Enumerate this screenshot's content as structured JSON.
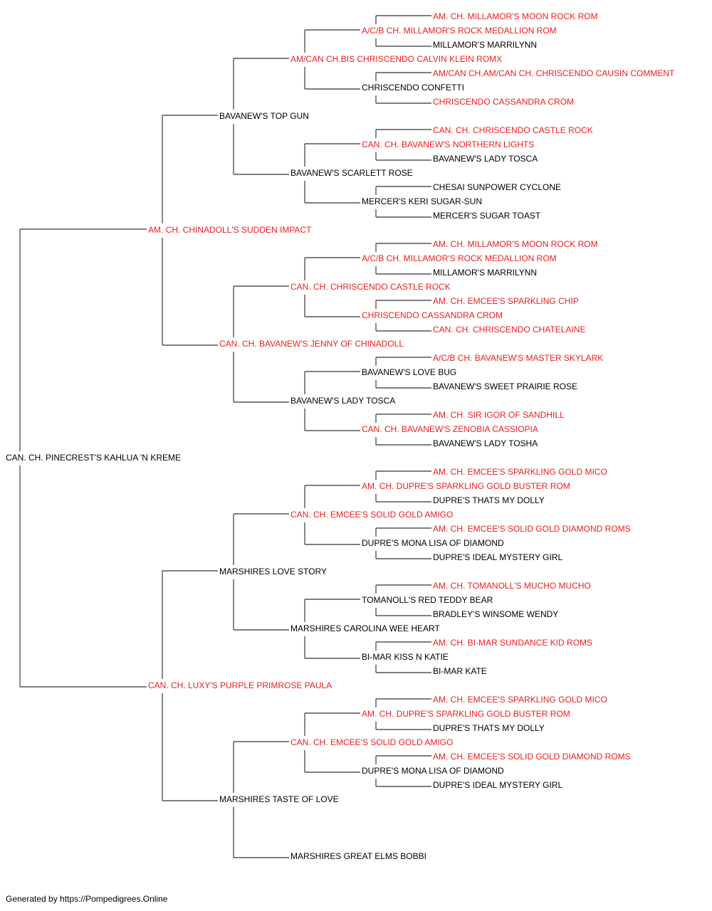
{
  "colors": {
    "champion": "#ee1c1c",
    "normal": "#000000",
    "line": "#555555"
  },
  "pedigree": [
    {
      "name": "CAN. CH. PINECREST'S KAHLUA 'N KREME",
      "gen": 0,
      "champion": false
    },
    {
      "name": "AM. CH. CHINADOLL'S SUDDEN IMPACT",
      "gen": 1,
      "champion": true
    },
    {
      "name": "CAN. CH. LUXY'S PURPLE PRIMROSE PAULA",
      "gen": 1,
      "champion": true
    },
    {
      "name": "BAVANEW'S TOP GUN",
      "gen": 2,
      "champion": false
    },
    {
      "name": "CAN. CH. BAVANEW'S JENNY OF CHINADOLL",
      "gen": 2,
      "champion": true
    },
    {
      "name": "MARSHIRES LOVE STORY",
      "gen": 2,
      "champion": false
    },
    {
      "name": "MARSHIRES TASTE OF LOVE",
      "gen": 2,
      "champion": false
    },
    {
      "name": "AM/CAN CH.BIS CHRISCENDO CALVIN KLEIN ROMX",
      "gen": 3,
      "champion": true
    },
    {
      "name": "BAVANEW'S SCARLETT ROSE",
      "gen": 3,
      "champion": false
    },
    {
      "name": "CAN. CH. CHRISCENDO CASTLE ROCK",
      "gen": 3,
      "champion": true
    },
    {
      "name": "BAVANEW'S LADY TOSCA",
      "gen": 3,
      "champion": false
    },
    {
      "name": "CAN. CH. EMCEE'S SOLID GOLD AMIGO",
      "gen": 3,
      "champion": true
    },
    {
      "name": "MARSHIRES CAROLINA WEE HEART",
      "gen": 3,
      "champion": false
    },
    {
      "name": "CAN. CH. EMCEE'S SOLID GOLD AMIGO",
      "gen": 3,
      "champion": true
    },
    {
      "name": "MARSHIRES GREAT ELMS BOBBI",
      "gen": 3,
      "champion": false
    },
    {
      "name": "A/C/B CH. MILLAMOR'S ROCK MEDALLION ROM",
      "gen": 4,
      "champion": true
    },
    {
      "name": "CHRISCENDO CONFETTI",
      "gen": 4,
      "champion": false
    },
    {
      "name": "CAN. CH. BAVANEW'S NORTHERN LIGHTS",
      "gen": 4,
      "champion": true
    },
    {
      "name": "MERCER'S KERI SUGAR-SUN",
      "gen": 4,
      "champion": false
    },
    {
      "name": "A/C/B CH. MILLAMOR'S ROCK MEDALLION ROM",
      "gen": 4,
      "champion": true
    },
    {
      "name": "CHRISCENDO CASSANDRA CROM",
      "gen": 4,
      "champion": true
    },
    {
      "name": "BAVANEW'S LOVE BUG",
      "gen": 4,
      "champion": false
    },
    {
      "name": "CAN. CH. BAVANEW'S ZENOBIA CASSIOPIA",
      "gen": 4,
      "champion": true
    },
    {
      "name": "AM. CH. DUPRE'S SPARKLING GOLD BUSTER ROM",
      "gen": 4,
      "champion": true
    },
    {
      "name": "DUPRE'S MONA LISA OF DIAMOND",
      "gen": 4,
      "champion": false
    },
    {
      "name": "TOMANOLL'S RED TEDDY BEAR",
      "gen": 4,
      "champion": false
    },
    {
      "name": "BI-MAR KISS N KATIE",
      "gen": 4,
      "champion": false
    },
    {
      "name": "AM. CH. DUPRE'S SPARKLING GOLD BUSTER ROM",
      "gen": 4,
      "champion": true
    },
    {
      "name": "DUPRE'S MONA LISA OF DIAMOND",
      "gen": 4,
      "champion": false
    },
    {
      "name": "AM. CH. MILLAMOR'S MOON ROCK ROM",
      "gen": 5,
      "champion": true
    },
    {
      "name": "MILLAMOR'S MARRILYNN",
      "gen": 5,
      "champion": false
    },
    {
      "name": "AM/CAN CH.AM/CAN CH. CHRISCENDO CAUSIN COMMENT",
      "gen": 5,
      "champion": true
    },
    {
      "name": "CHRISCENDO CASSANDRA CROM",
      "gen": 5,
      "champion": true
    },
    {
      "name": "CAN. CH. CHRISCENDO CASTLE ROCK",
      "gen": 5,
      "champion": true
    },
    {
      "name": "BAVANEW'S LADY TOSCA",
      "gen": 5,
      "champion": false
    },
    {
      "name": "CHESAI SUNPOWER CYCLONE",
      "gen": 5,
      "champion": false
    },
    {
      "name": "MERCER'S SUGAR TOAST",
      "gen": 5,
      "champion": false
    },
    {
      "name": "AM. CH. MILLAMOR'S MOON ROCK ROM",
      "gen": 5,
      "champion": true
    },
    {
      "name": "MILLAMOR'S MARRILYNN",
      "gen": 5,
      "champion": false
    },
    {
      "name": "AM. CH. EMCEE'S SPARKLING CHIP",
      "gen": 5,
      "champion": true
    },
    {
      "name": "CAN. CH. CHRISCENDO CHATELAINE",
      "gen": 5,
      "champion": true
    },
    {
      "name": "A/C/B CH. BAVANEW'S MASTER SKYLARK",
      "gen": 5,
      "champion": true
    },
    {
      "name": "BAVANEW'S SWEET PRAIRIE ROSE",
      "gen": 5,
      "champion": false
    },
    {
      "name": "AM. CH. SIR IGOR OF SANDHILL",
      "gen": 5,
      "champion": true
    },
    {
      "name": "BAVANEW'S LADY TOSHA",
      "gen": 5,
      "champion": false
    },
    {
      "name": "AM. CH. EMCEE'S SPARKLING GOLD MICO",
      "gen": 5,
      "champion": true
    },
    {
      "name": "DUPRE'S THATS MY DOLLY",
      "gen": 5,
      "champion": false
    },
    {
      "name": "AM. CH. EMCEE'S SOLID GOLD DIAMOND ROMS",
      "gen": 5,
      "champion": true
    },
    {
      "name": "DUPRE'S IDEAL MYSTERY GIRL",
      "gen": 5,
      "champion": false
    },
    {
      "name": "AM. CH. TOMANOLL'S MUCHO MUCHO",
      "gen": 5,
      "champion": true
    },
    {
      "name": "BRADLEY'S WINSOME WENDY",
      "gen": 5,
      "champion": false
    },
    {
      "name": "AM. CH. BI-MAR SUNDANCE KID ROMS",
      "gen": 5,
      "champion": true
    },
    {
      "name": "BI-MAR KATE",
      "gen": 5,
      "champion": false
    },
    {
      "name": "AM. CH. EMCEE'S SPARKLING GOLD MICO",
      "gen": 5,
      "champion": true
    },
    {
      "name": "DUPRE'S THATS MY DOLLY",
      "gen": 5,
      "champion": false
    },
    {
      "name": "AM. CH. EMCEE'S SOLID GOLD DIAMOND ROMS",
      "gen": 5,
      "champion": true
    },
    {
      "name": "DUPRE'S IDEAL MYSTERY GIRL",
      "gen": 5,
      "champion": false
    }
  ],
  "footer": "Generated by https://Pompedigrees.Online"
}
